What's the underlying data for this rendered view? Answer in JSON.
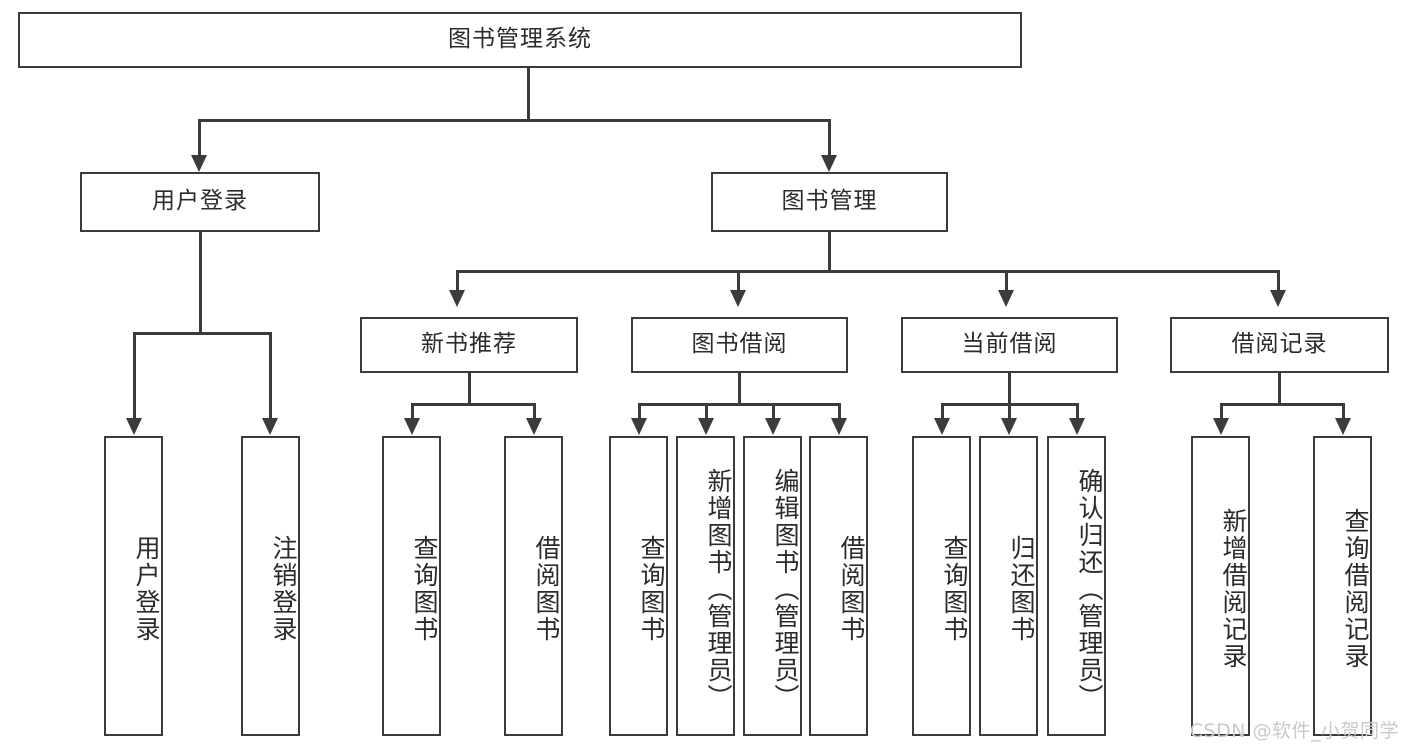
{
  "diagram": {
    "type": "tree",
    "title": "图书管理系统",
    "root": {
      "id": "root",
      "label": "图书管理系统",
      "orientation": "horizontal"
    },
    "level2": [
      {
        "id": "user-login",
        "label": "用户登录",
        "orientation": "horizontal"
      },
      {
        "id": "book-manage",
        "label": "图书管理",
        "orientation": "horizontal"
      }
    ],
    "level3": [
      {
        "id": "new-book-recommend",
        "label": "新书推荐",
        "orientation": "horizontal"
      },
      {
        "id": "book-borrow",
        "label": "图书借阅",
        "orientation": "horizontal"
      },
      {
        "id": "current-borrow",
        "label": "当前借阅",
        "orientation": "horizontal"
      },
      {
        "id": "borrow-record",
        "label": "借阅记录",
        "orientation": "horizontal"
      }
    ],
    "leaves": {
      "user_login": [
        {
          "id": "leaf-user-login",
          "label": "用户登录",
          "orientation": "vertical"
        },
        {
          "id": "leaf-logout-login",
          "label": "注销登录",
          "orientation": "vertical"
        }
      ],
      "new_book_recommend": [
        {
          "id": "leaf-query-book-1",
          "label": "查询图书",
          "orientation": "vertical"
        },
        {
          "id": "leaf-borrow-book-1",
          "label": "借阅图书",
          "orientation": "vertical"
        }
      ],
      "book_borrow": [
        {
          "id": "leaf-query-book-2",
          "label": "查询图书",
          "orientation": "vertical"
        },
        {
          "id": "leaf-add-book",
          "label": "新增图书（管理员）",
          "orientation": "vertical"
        },
        {
          "id": "leaf-edit-book",
          "label": "编辑图书（管理员）",
          "orientation": "vertical"
        },
        {
          "id": "leaf-borrow-book-2",
          "label": "借阅图书",
          "orientation": "vertical"
        }
      ],
      "current_borrow": [
        {
          "id": "leaf-query-book-3",
          "label": "查询图书",
          "orientation": "vertical"
        },
        {
          "id": "leaf-return-book",
          "label": "归还图书",
          "orientation": "vertical"
        },
        {
          "id": "leaf-confirm-return",
          "label": "确认归还（管理员）",
          "orientation": "vertical"
        }
      ],
      "borrow_record": [
        {
          "id": "leaf-add-borrow-record",
          "label": "新增借阅记录",
          "orientation": "vertical"
        },
        {
          "id": "leaf-query-borrow-record",
          "label": "查询借阅记录",
          "orientation": "vertical"
        }
      ]
    },
    "colors": {
      "stroke": "#3b3b3b",
      "fill": "#ffffff",
      "text": "#2b2b2b",
      "watermark": "#c9c9c9"
    }
  },
  "watermark": {
    "text": "CSDN @软件_小贺同学"
  }
}
